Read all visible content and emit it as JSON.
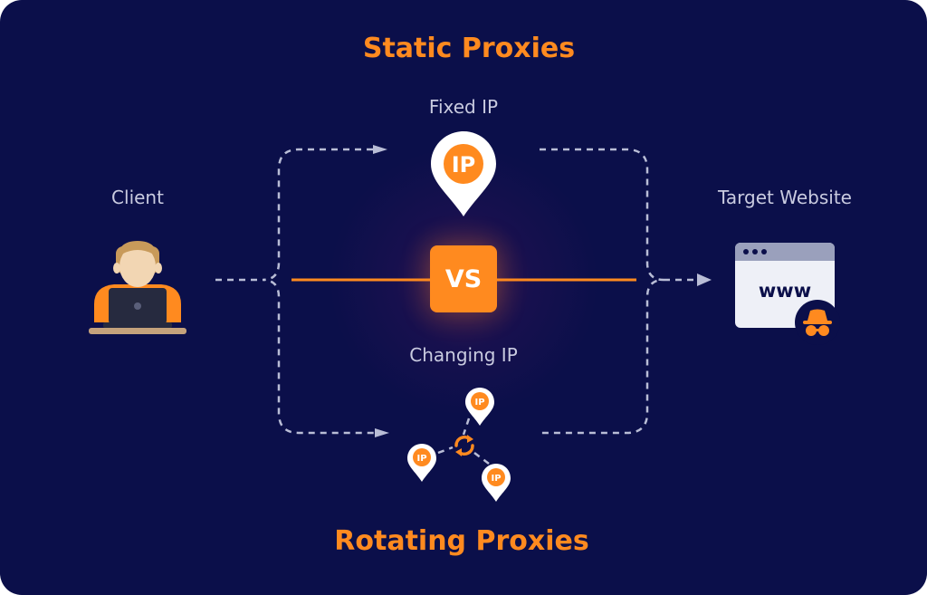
{
  "titles": {
    "static": "Static Proxies",
    "rotating": "Rotating Proxies"
  },
  "labels": {
    "client": "Client",
    "target": "Target Website",
    "fixed_ip": "Fixed IP",
    "changing_ip": "Changing IP"
  },
  "vs": "VS",
  "ip_pin_text": "IP",
  "browser_text": "www",
  "icons": [
    "client-person-icon",
    "ip-pin-icon",
    "rotate-icon",
    "browser-window-icon",
    "spy-icon"
  ],
  "colors": {
    "background": "#0b0f4a",
    "accent": "#ff8a1f",
    "text": "#c9cbe0",
    "dashed": "#b9bdd6"
  }
}
